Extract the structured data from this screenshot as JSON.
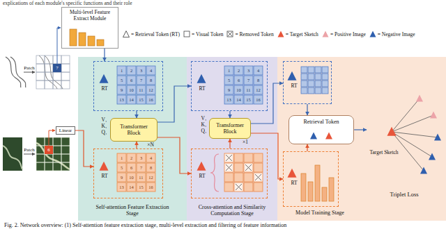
{
  "diagram": {
    "caption": "Fig. 2. Network overview: (1) Self-attention feature extraction stage, multi-level extraction and filtering of feature information",
    "nodes": [
      {
        "text": [
          "Multi-level Feature Extract Module"
        ]
      },
      {
        "text": [
          "Linear"
        ]
      },
      {
        "text": [
          "Self-attention Feature Extraction Stage"
        ]
      },
      {
        "text": [
          "RT"
        ],
        "in": 2
      },
      {
        "text": [
          "Transformer Block"
        ],
        "in": 2
      },
      {
        "text": [
          "RT"
        ],
        "in": 2
      },
      {
        "text": [
          "Cross-attention and Similarity Computation Stage"
        ]
      },
      {
        "text": [
          "RT"
        ],
        "in": 6
      },
      {
        "text": [
          "Transformer Block"
        ],
        "in": 6
      },
      {
        "text": [
          "RT"
        ],
        "in": 6
      },
      {
        "text": [
          "Model Training Stage"
        ]
      },
      {
        "text": [
          "RT"
        ],
        "in": 10
      },
      {
        "text": [
          "Retrieval Token"
        ],
        "in": 10
      },
      {
        "text": [
          "RT"
        ],
        "in": 10
      },
      {
        "text": [
          "Target Sketch",
          "Triplet Loss"
        ],
        "in": 10
      }
    ],
    "edges": [
      {
        "from": 0,
        "to": 3,
        "arrow": "to"
      },
      {
        "from": 1,
        "to": 5,
        "arrow": "to"
      },
      {
        "from": 3,
        "to": 4,
        "arrow": "to"
      },
      {
        "from": 5,
        "to": 4,
        "arrow": "to"
      },
      {
        "from": 4,
        "to": 7,
        "arrow": "to"
      },
      {
        "from": 4,
        "to": 9,
        "arrow": "to"
      },
      {
        "from": 7,
        "to": 8,
        "arrow": "to"
      },
      {
        "from": 9,
        "to": 8,
        "arrow": "to"
      },
      {
        "from": 8,
        "to": 11,
        "arrow": "to"
      },
      {
        "from": 8,
        "to": 13,
        "arrow": "to"
      },
      {
        "from": 11,
        "to": 12,
        "arrow": "to"
      },
      {
        "from": 13,
        "to": 12,
        "arrow": "to"
      },
      {
        "from": 12,
        "to": 14,
        "arrow": "to"
      }
    ],
    "labels": [
      "explications of each module's specific functions and their role",
      "Patch",
      "7",
      "Patch",
      "6",
      "V₁",
      "K₁",
      "Q₁",
      "×N",
      "V₁",
      "K₁",
      "Q₁",
      "×1",
      "1",
      "2",
      "3",
      "4",
      "5",
      "6",
      "7",
      "8",
      "9",
      "10",
      "11",
      "12",
      "13",
      "14",
      "15",
      "16",
      "1",
      "2",
      "3",
      "4",
      "5",
      "6",
      "7",
      "8",
      "9",
      "10",
      "11",
      "12",
      "13",
      "14",
      "15",
      "16",
      "1",
      "2",
      "3",
      "4",
      "5",
      "6",
      "7",
      "8",
      "9",
      "10",
      "11",
      "12",
      "13",
      "14",
      "15",
      "16"
    ],
    "legend": [
      {
        "text": "= Retrieval Token (RT)"
      },
      {
        "text": "= Visual Token"
      },
      {
        "text": "= Removed Token"
      },
      {
        "text": "= Target Sketch"
      },
      {
        "text": "= Positive Image"
      },
      {
        "text": "= Negative Image"
      }
    ]
  }
}
